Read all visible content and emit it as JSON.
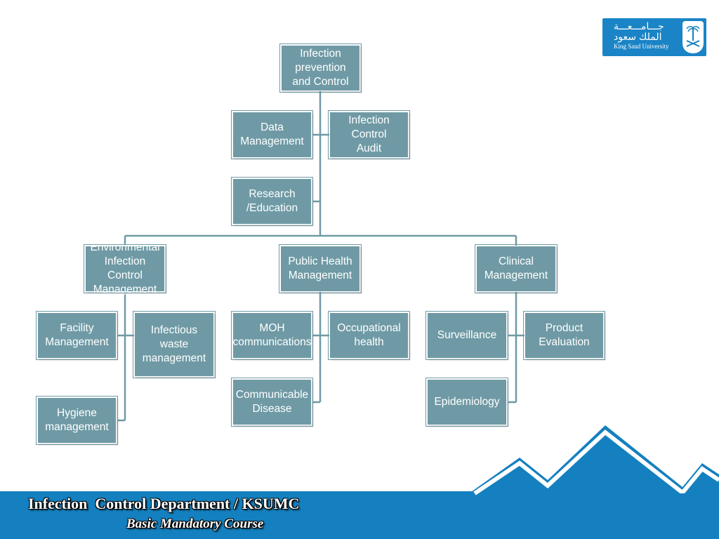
{
  "brand": {
    "logo_arabic_line1": "جـــامـــعـــة",
    "logo_arabic_line2": "الملك سعود",
    "logo_english": "King Saud University",
    "primary_color": "#1480bf",
    "box_color": "#6f9aa5",
    "line_color": "#6f9aa5"
  },
  "org_chart": {
    "root": "Infection\nprevention\nand Control",
    "staff_units": {
      "data_management": "Data\nManagement",
      "audit": "Infection Control\nAudit",
      "research": "Research\n/Education"
    },
    "divisions": {
      "environmental": {
        "label": "Environmental\nInfection Control\nManagement",
        "facility": "Facility\nManagement",
        "waste": "Infectious waste\nmanagement",
        "hygiene": "Hygiene\nmanagement"
      },
      "public_health": {
        "label": "Public Health\nManagement",
        "moh": "MOH\ncommunications",
        "occupational": "Occupational\nhealth",
        "communicable": "Communicable\nDisease"
      },
      "clinical": {
        "label": "Clinical\nManagement",
        "surveillance": "Surveillance",
        "product": "Product\nEvaluation",
        "epidemiology": "Epidemiology"
      }
    }
  },
  "footer": {
    "title": "Infection  Control Department / KSUMC",
    "subtitle": "Basic Mandatory Course"
  }
}
